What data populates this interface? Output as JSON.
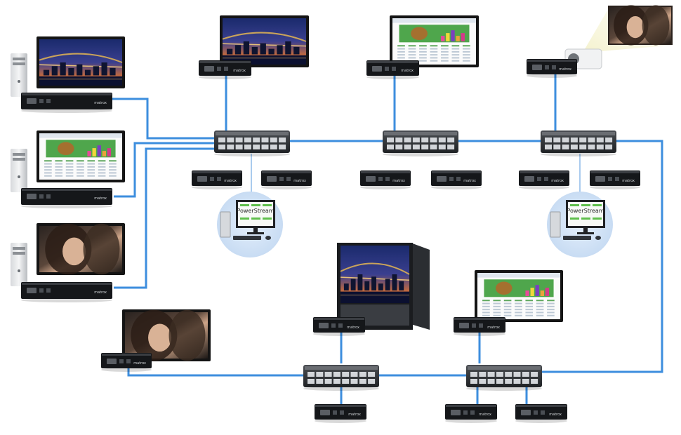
{
  "diagram": {
    "background": "#ffffff",
    "cable_color": "#3d8ede",
    "switch_color": "#2a2d31",
    "encoder_color": "#15171a",
    "software_label": "PowerStream",
    "device_brand": "matrox",
    "screen_themes": [
      "city-bridge",
      "spreadsheet",
      "portrait"
    ],
    "devices": {
      "switches": [
        "switch-top-left",
        "switch-top-center",
        "switch-top-right",
        "switch-bottom-left",
        "switch-bottom-right"
      ],
      "source_pcs": [
        "pc-source-1",
        "pc-source-2",
        "pc-source-3"
      ],
      "workstations": [
        "workstation-left",
        "workstation-right"
      ],
      "projector": "projector"
    }
  }
}
